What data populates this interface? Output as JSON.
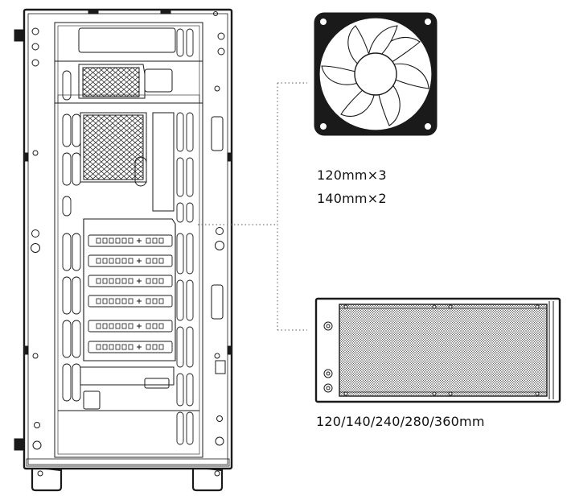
{
  "colors": {
    "stroke": "#1a1a1a",
    "fill_dark": "#1a1a1a",
    "background": "#ffffff",
    "leader": "#777777"
  },
  "labels": {
    "fan_spec_1": "120mm×3",
    "fan_spec_2": "140mm×2",
    "radiator_spec": "120/140/240/280/360mm"
  },
  "icons": {
    "fan": "fan-icon",
    "radiator": "radiator-icon",
    "case": "pc-case-side-panel"
  }
}
